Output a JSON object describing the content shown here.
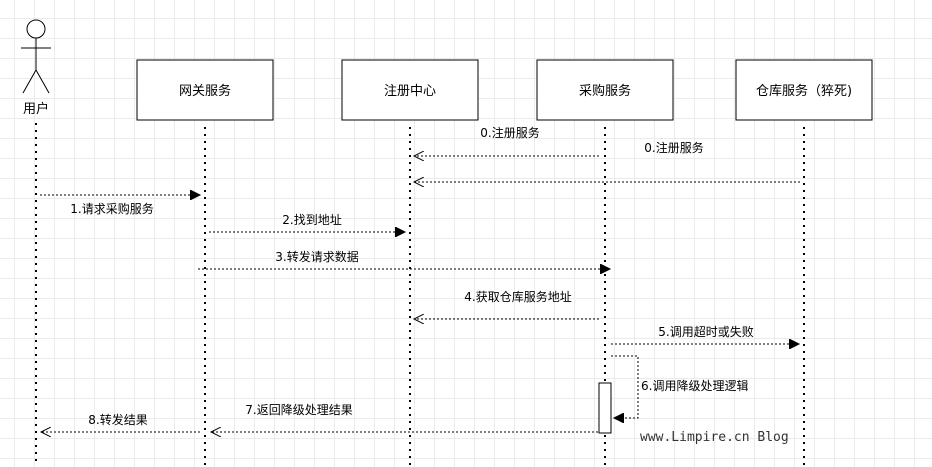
{
  "actor": {
    "label": "用户"
  },
  "participants": [
    {
      "id": "gateway",
      "label": "网关服务"
    },
    {
      "id": "registry",
      "label": "注册中心"
    },
    {
      "id": "purchase",
      "label": "采购服务"
    },
    {
      "id": "warehouse",
      "label": "仓库服务（猝死)"
    }
  ],
  "messages": [
    {
      "id": "m0a",
      "label": "0.注册服务",
      "from": "purchase",
      "to": "registry"
    },
    {
      "id": "m0b",
      "label": "0.注册服务",
      "from": "warehouse",
      "to": "registry"
    },
    {
      "id": "m1",
      "label": "1.请求采购服务",
      "from": "user",
      "to": "gateway"
    },
    {
      "id": "m2",
      "label": "2.找到地址",
      "from": "gateway",
      "to": "registry"
    },
    {
      "id": "m3",
      "label": "3.转发请求数据",
      "from": "gateway",
      "to": "purchase"
    },
    {
      "id": "m4",
      "label": "4.获取仓库服务地址",
      "from": "purchase",
      "to": "registry"
    },
    {
      "id": "m5",
      "label": "5.调用超时或失败",
      "from": "purchase",
      "to": "warehouse"
    },
    {
      "id": "m6",
      "label": "6.调用降级处理逻辑",
      "from": "purchase",
      "to": "purchase"
    },
    {
      "id": "m7",
      "label": "7.返回降级处理结果",
      "from": "purchase",
      "to": "gateway"
    },
    {
      "id": "m8",
      "label": "8.转发结果",
      "from": "gateway",
      "to": "user"
    }
  ],
  "watermark": "www.Limpire.cn Blog"
}
